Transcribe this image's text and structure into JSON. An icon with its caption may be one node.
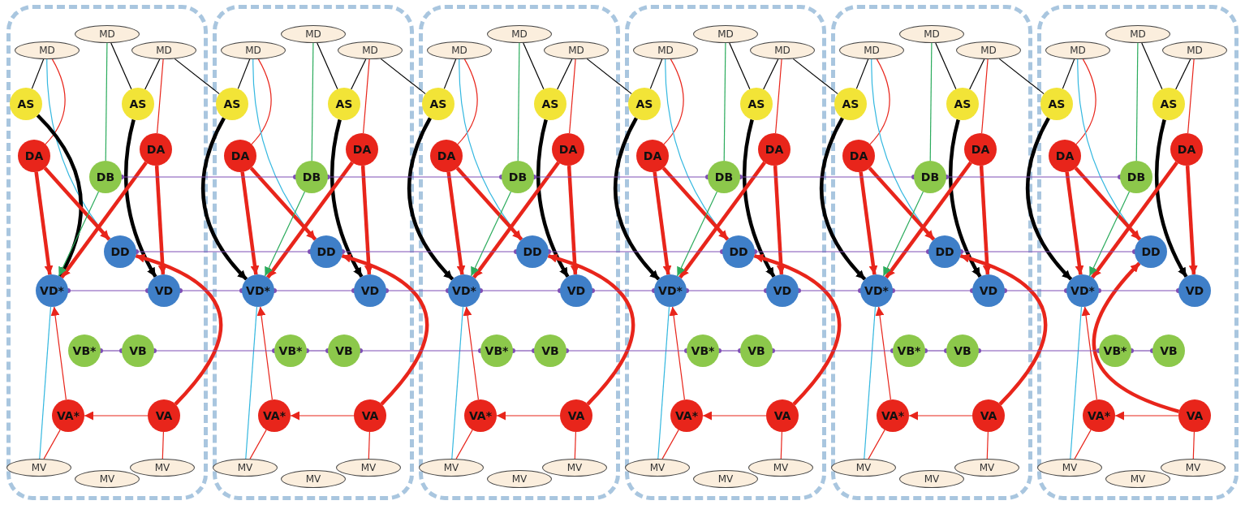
{
  "diagram": {
    "nodes": [
      {
        "text": [],
        "shape": "box"
      },
      {
        "text": [
          "MD"
        ],
        "in": 0
      },
      {
        "text": [
          "MD"
        ],
        "in": 0
      },
      {
        "text": [
          "MD"
        ],
        "in": 0
      },
      {
        "text": [
          "AS"
        ],
        "in": 0
      },
      {
        "text": [
          "AS"
        ],
        "in": 0
      },
      {
        "text": [
          "DA"
        ],
        "in": 0
      },
      {
        "text": [
          "DA"
        ],
        "in": 0
      },
      {
        "text": [
          "DB"
        ],
        "in": 0
      },
      {
        "text": [
          "DD"
        ],
        "in": 0
      },
      {
        "text": [
          "VD*"
        ],
        "in": 0
      },
      {
        "text": [
          "VD"
        ],
        "in": 0
      },
      {
        "text": [
          "VB*"
        ],
        "in": 0
      },
      {
        "text": [
          "VB"
        ],
        "in": 0
      },
      {
        "text": [
          "VA*"
        ],
        "in": 0
      },
      {
        "text": [
          "VA"
        ],
        "in": 0
      },
      {
        "text": [
          "MV"
        ],
        "in": 0
      },
      {
        "text": [
          "MV"
        ],
        "in": 0
      },
      {
        "text": [
          "MV"
        ],
        "in": 0
      },
      {
        "text": [],
        "shape": "box"
      },
      {
        "text": [
          "MD"
        ],
        "in": 19
      },
      {
        "text": [
          "MD"
        ],
        "in": 19
      },
      {
        "text": [
          "MD"
        ],
        "in": 19
      },
      {
        "text": [
          "AS"
        ],
        "in": 19
      },
      {
        "text": [
          "AS"
        ],
        "in": 19
      },
      {
        "text": [
          "DA"
        ],
        "in": 19
      },
      {
        "text": [
          "DA"
        ],
        "in": 19
      },
      {
        "text": [
          "DB"
        ],
        "in": 19
      },
      {
        "text": [
          "DD"
        ],
        "in": 19
      },
      {
        "text": [
          "VD*"
        ],
        "in": 19
      },
      {
        "text": [
          "VD"
        ],
        "in": 19
      },
      {
        "text": [
          "VB*"
        ],
        "in": 19
      },
      {
        "text": [
          "VB"
        ],
        "in": 19
      },
      {
        "text": [
          "VA*"
        ],
        "in": 19
      },
      {
        "text": [
          "VA"
        ],
        "in": 19
      },
      {
        "text": [
          "MV"
        ],
        "in": 19
      },
      {
        "text": [
          "MV"
        ],
        "in": 19
      },
      {
        "text": [
          "MV"
        ],
        "in": 19
      },
      {
        "text": [],
        "shape": "box"
      },
      {
        "text": [
          "MD"
        ],
        "in": 38
      },
      {
        "text": [
          "MD"
        ],
        "in": 38
      },
      {
        "text": [
          "MD"
        ],
        "in": 38
      },
      {
        "text": [
          "AS"
        ],
        "in": 38
      },
      {
        "text": [
          "AS"
        ],
        "in": 38
      },
      {
        "text": [
          "DA"
        ],
        "in": 38
      },
      {
        "text": [
          "DA"
        ],
        "in": 38
      },
      {
        "text": [
          "DB"
        ],
        "in": 38
      },
      {
        "text": [
          "DD"
        ],
        "in": 38
      },
      {
        "text": [
          "VD*"
        ],
        "in": 38
      },
      {
        "text": [
          "VD"
        ],
        "in": 38
      },
      {
        "text": [
          "VB*"
        ],
        "in": 38
      },
      {
        "text": [
          "VB"
        ],
        "in": 38
      },
      {
        "text": [
          "VA*"
        ],
        "in": 38
      },
      {
        "text": [
          "VA"
        ],
        "in": 38
      },
      {
        "text": [
          "MV"
        ],
        "in": 38
      },
      {
        "text": [
          "MV"
        ],
        "in": 38
      },
      {
        "text": [
          "MV"
        ],
        "in": 38
      },
      {
        "text": [],
        "shape": "box"
      },
      {
        "text": [
          "MD"
        ],
        "in": 57
      },
      {
        "text": [
          "MD"
        ],
        "in": 57
      },
      {
        "text": [
          "MD"
        ],
        "in": 57
      },
      {
        "text": [
          "AS"
        ],
        "in": 57
      },
      {
        "text": [
          "AS"
        ],
        "in": 57
      },
      {
        "text": [
          "DA"
        ],
        "in": 57
      },
      {
        "text": [
          "DA"
        ],
        "in": 57
      },
      {
        "text": [
          "DB"
        ],
        "in": 57
      },
      {
        "text": [
          "DD"
        ],
        "in": 57
      },
      {
        "text": [
          "VD*"
        ],
        "in": 57
      },
      {
        "text": [
          "VD"
        ],
        "in": 57
      },
      {
        "text": [
          "VB*"
        ],
        "in": 57
      },
      {
        "text": [
          "VB"
        ],
        "in": 57
      },
      {
        "text": [
          "VA*"
        ],
        "in": 57
      },
      {
        "text": [
          "VA"
        ],
        "in": 57
      },
      {
        "text": [
          "MV"
        ],
        "in": 57
      },
      {
        "text": [
          "MV"
        ],
        "in": 57
      },
      {
        "text": [
          "MV"
        ],
        "in": 57
      },
      {
        "text": [],
        "shape": "box"
      },
      {
        "text": [
          "MD"
        ],
        "in": 76
      },
      {
        "text": [
          "MD"
        ],
        "in": 76
      },
      {
        "text": [
          "MD"
        ],
        "in": 76
      },
      {
        "text": [
          "AS"
        ],
        "in": 76
      },
      {
        "text": [
          "AS"
        ],
        "in": 76
      },
      {
        "text": [
          "DA"
        ],
        "in": 76
      },
      {
        "text": [
          "DA"
        ],
        "in": 76
      },
      {
        "text": [
          "DB"
        ],
        "in": 76
      },
      {
        "text": [
          "DD"
        ],
        "in": 76
      },
      {
        "text": [
          "VD*"
        ],
        "in": 76
      },
      {
        "text": [
          "VD"
        ],
        "in": 76
      },
      {
        "text": [
          "VB*"
        ],
        "in": 76
      },
      {
        "text": [
          "VB"
        ],
        "in": 76
      },
      {
        "text": [
          "VA*"
        ],
        "in": 76
      },
      {
        "text": [
          "VA"
        ],
        "in": 76
      },
      {
        "text": [
          "MV"
        ],
        "in": 76
      },
      {
        "text": [
          "MV"
        ],
        "in": 76
      },
      {
        "text": [
          "MV"
        ],
        "in": 76
      },
      {
        "text": [],
        "shape": "box"
      },
      {
        "text": [
          "MD"
        ],
        "in": 95
      },
      {
        "text": [
          "MD"
        ],
        "in": 95
      },
      {
        "text": [
          "MD"
        ],
        "in": 95
      },
      {
        "text": [
          "AS"
        ],
        "in": 95
      },
      {
        "text": [
          "AS"
        ],
        "in": 95
      },
      {
        "text": [
          "DA"
        ],
        "in": 95
      },
      {
        "text": [
          "DA"
        ],
        "in": 95
      },
      {
        "text": [
          "DB"
        ],
        "in": 95
      },
      {
        "text": [
          "DD"
        ],
        "in": 95
      },
      {
        "text": [
          "VD*"
        ],
        "in": 95
      },
      {
        "text": [
          "VD"
        ],
        "in": 95
      },
      {
        "text": [
          "VB*"
        ],
        "in": 95
      },
      {
        "text": [
          "VB"
        ],
        "in": 95
      },
      {
        "text": [
          "VA*"
        ],
        "in": 95
      },
      {
        "text": [
          "VA"
        ],
        "in": 95
      },
      {
        "text": [
          "MV"
        ],
        "in": 95
      },
      {
        "text": [
          "MV"
        ],
        "in": 95
      },
      {
        "text": [
          "MV"
        ],
        "in": 95
      }
    ],
    "edges": [
      {
        "from": 4,
        "to": 1,
        "arrow": "none",
        "color": "#000000"
      },
      {
        "from": 5,
        "to": 2,
        "arrow": "none",
        "color": "#000000"
      },
      {
        "from": 5,
        "to": 3,
        "arrow": "none",
        "color": "#000000"
      },
      {
        "from": 6,
        "to": 1,
        "arrow": "none"
      },
      {
        "from": 7,
        "to": 3,
        "arrow": "none"
      },
      {
        "from": 8,
        "to": 2,
        "arrow": "none",
        "color": "#2bab5c"
      },
      {
        "from": 9,
        "to": 1,
        "arrow": "none",
        "color": "#35b8e0"
      },
      {
        "from": 4,
        "to": 10,
        "arrow": "to",
        "style": "thick",
        "color": "#000000"
      },
      {
        "from": 5,
        "to": 11,
        "arrow": "to",
        "style": "thick",
        "color": "#000000"
      },
      {
        "from": 6,
        "to": 10,
        "arrow": "to",
        "style": "thick"
      },
      {
        "from": 6,
        "to": 9,
        "arrow": "to",
        "style": "thick"
      },
      {
        "from": 7,
        "to": 10,
        "arrow": "to",
        "style": "thick"
      },
      {
        "from": 7,
        "to": 11,
        "arrow": "to",
        "style": "thick"
      },
      {
        "from": 8,
        "to": 10,
        "arrow": "to",
        "color": "#2bab5c"
      },
      {
        "from": 15,
        "to": 9,
        "arrow": "to",
        "style": "thick"
      },
      {
        "from": 15,
        "to": 14,
        "arrow": "to"
      },
      {
        "from": 14,
        "to": 10,
        "arrow": "to"
      },
      {
        "from": 10,
        "to": 11,
        "arrow": "other",
        "color": "#7f4fb5"
      },
      {
        "from": 12,
        "to": 13,
        "arrow": "other",
        "color": "#7f4fb5"
      },
      {
        "from": 14,
        "to": 16,
        "arrow": "none"
      },
      {
        "from": 15,
        "to": 18,
        "arrow": "none"
      },
      {
        "from": 10,
        "to": 16,
        "arrow": "none",
        "color": "#35b8e0"
      },
      {
        "from": 23,
        "to": 20,
        "arrow": "none",
        "color": "#000000"
      },
      {
        "from": 24,
        "to": 21,
        "arrow": "none",
        "color": "#000000"
      },
      {
        "from": 24,
        "to": 22,
        "arrow": "none",
        "color": "#000000"
      },
      {
        "from": 25,
        "to": 20,
        "arrow": "none"
      },
      {
        "from": 26,
        "to": 22,
        "arrow": "none"
      },
      {
        "from": 27,
        "to": 21,
        "arrow": "none",
        "color": "#2bab5c"
      },
      {
        "from": 28,
        "to": 20,
        "arrow": "none",
        "color": "#35b8e0"
      },
      {
        "from": 23,
        "to": 29,
        "arrow": "to",
        "style": "thick",
        "color": "#000000"
      },
      {
        "from": 24,
        "to": 30,
        "arrow": "to",
        "style": "thick",
        "color": "#000000"
      },
      {
        "from": 25,
        "to": 29,
        "arrow": "to",
        "style": "thick"
      },
      {
        "from": 25,
        "to": 28,
        "arrow": "to",
        "style": "thick"
      },
      {
        "from": 26,
        "to": 29,
        "arrow": "to",
        "style": "thick"
      },
      {
        "from": 26,
        "to": 30,
        "arrow": "to",
        "style": "thick"
      },
      {
        "from": 27,
        "to": 29,
        "arrow": "to",
        "color": "#2bab5c"
      },
      {
        "from": 34,
        "to": 28,
        "arrow": "to",
        "style": "thick"
      },
      {
        "from": 34,
        "to": 33,
        "arrow": "to"
      },
      {
        "from": 33,
        "to": 29,
        "arrow": "to"
      },
      {
        "from": 29,
        "to": 30,
        "arrow": "other",
        "color": "#7f4fb5"
      },
      {
        "from": 31,
        "to": 32,
        "arrow": "other",
        "color": "#7f4fb5"
      },
      {
        "from": 33,
        "to": 35,
        "arrow": "none"
      },
      {
        "from": 34,
        "to": 37,
        "arrow": "none"
      },
      {
        "from": 29,
        "to": 35,
        "arrow": "none",
        "color": "#35b8e0"
      },
      {
        "from": 42,
        "to": 39,
        "arrow": "none",
        "color": "#000000"
      },
      {
        "from": 43,
        "to": 40,
        "arrow": "none",
        "color": "#000000"
      },
      {
        "from": 43,
        "to": 41,
        "arrow": "none",
        "color": "#000000"
      },
      {
        "from": 44,
        "to": 39,
        "arrow": "none"
      },
      {
        "from": 45,
        "to": 41,
        "arrow": "none"
      },
      {
        "from": 46,
        "to": 40,
        "arrow": "none",
        "color": "#2bab5c"
      },
      {
        "from": 47,
        "to": 39,
        "arrow": "none",
        "color": "#35b8e0"
      },
      {
        "from": 42,
        "to": 48,
        "arrow": "to",
        "style": "thick",
        "color": "#000000"
      },
      {
        "from": 43,
        "to": 49,
        "arrow": "to",
        "style": "thick",
        "color": "#000000"
      },
      {
        "from": 44,
        "to": 48,
        "arrow": "to",
        "style": "thick"
      },
      {
        "from": 44,
        "to": 47,
        "arrow": "to",
        "style": "thick"
      },
      {
        "from": 45,
        "to": 48,
        "arrow": "to",
        "style": "thick"
      },
      {
        "from": 45,
        "to": 49,
        "arrow": "to",
        "style": "thick"
      },
      {
        "from": 46,
        "to": 48,
        "arrow": "to",
        "color": "#2bab5c"
      },
      {
        "from": 53,
        "to": 47,
        "arrow": "to",
        "style": "thick"
      },
      {
        "from": 53,
        "to": 52,
        "arrow": "to"
      },
      {
        "from": 52,
        "to": 48,
        "arrow": "to"
      },
      {
        "from": 48,
        "to": 49,
        "arrow": "other",
        "color": "#7f4fb5"
      },
      {
        "from": 50,
        "to": 51,
        "arrow": "other",
        "color": "#7f4fb5"
      },
      {
        "from": 52,
        "to": 54,
        "arrow": "none"
      },
      {
        "from": 53,
        "to": 56,
        "arrow": "none"
      },
      {
        "from": 48,
        "to": 54,
        "arrow": "none",
        "color": "#35b8e0"
      },
      {
        "from": 61,
        "to": 58,
        "arrow": "none",
        "color": "#000000"
      },
      {
        "from": 62,
        "to": 59,
        "arrow": "none",
        "color": "#000000"
      },
      {
        "from": 62,
        "to": 60,
        "arrow": "none",
        "color": "#000000"
      },
      {
        "from": 63,
        "to": 58,
        "arrow": "none"
      },
      {
        "from": 64,
        "to": 60,
        "arrow": "none"
      },
      {
        "from": 65,
        "to": 59,
        "arrow": "none",
        "color": "#2bab5c"
      },
      {
        "from": 66,
        "to": 58,
        "arrow": "none",
        "color": "#35b8e0"
      },
      {
        "from": 61,
        "to": 67,
        "arrow": "to",
        "style": "thick",
        "color": "#000000"
      },
      {
        "from": 62,
        "to": 68,
        "arrow": "to",
        "style": "thick",
        "color": "#000000"
      },
      {
        "from": 63,
        "to": 67,
        "arrow": "to",
        "style": "thick"
      },
      {
        "from": 63,
        "to": 66,
        "arrow": "to",
        "style": "thick"
      },
      {
        "from": 64,
        "to": 67,
        "arrow": "to",
        "style": "thick"
      },
      {
        "from": 64,
        "to": 68,
        "arrow": "to",
        "style": "thick"
      },
      {
        "from": 65,
        "to": 67,
        "arrow": "to",
        "color": "#2bab5c"
      },
      {
        "from": 72,
        "to": 66,
        "arrow": "to",
        "style": "thick"
      },
      {
        "from": 72,
        "to": 71,
        "arrow": "to"
      },
      {
        "from": 71,
        "to": 67,
        "arrow": "to"
      },
      {
        "from": 67,
        "to": 68,
        "arrow": "other",
        "color": "#7f4fb5"
      },
      {
        "from": 69,
        "to": 70,
        "arrow": "other",
        "color": "#7f4fb5"
      },
      {
        "from": 71,
        "to": 73,
        "arrow": "none"
      },
      {
        "from": 72,
        "to": 75,
        "arrow": "none"
      },
      {
        "from": 67,
        "to": 73,
        "arrow": "none",
        "color": "#35b8e0"
      },
      {
        "from": 80,
        "to": 77,
        "arrow": "none",
        "color": "#000000"
      },
      {
        "from": 81,
        "to": 78,
        "arrow": "none",
        "color": "#000000"
      },
      {
        "from": 81,
        "to": 79,
        "arrow": "none",
        "color": "#000000"
      },
      {
        "from": 82,
        "to": 77,
        "arrow": "none"
      },
      {
        "from": 83,
        "to": 79,
        "arrow": "none"
      },
      {
        "from": 84,
        "to": 78,
        "arrow": "none",
        "color": "#2bab5c"
      },
      {
        "from": 85,
        "to": 77,
        "arrow": "none",
        "color": "#35b8e0"
      },
      {
        "from": 80,
        "to": 86,
        "arrow": "to",
        "style": "thick",
        "color": "#000000"
      },
      {
        "from": 81,
        "to": 87,
        "arrow": "to",
        "style": "thick",
        "color": "#000000"
      },
      {
        "from": 82,
        "to": 86,
        "arrow": "to",
        "style": "thick"
      },
      {
        "from": 82,
        "to": 85,
        "arrow": "to",
        "style": "thick"
      },
      {
        "from": 83,
        "to": 86,
        "arrow": "to",
        "style": "thick"
      },
      {
        "from": 83,
        "to": 87,
        "arrow": "to",
        "style": "thick"
      },
      {
        "from": 84,
        "to": 86,
        "arrow": "to",
        "color": "#2bab5c"
      },
      {
        "from": 91,
        "to": 85,
        "arrow": "to",
        "style": "thick"
      },
      {
        "from": 91,
        "to": 90,
        "arrow": "to"
      },
      {
        "from": 90,
        "to": 86,
        "arrow": "to"
      },
      {
        "from": 86,
        "to": 87,
        "arrow": "other",
        "color": "#7f4fb5"
      },
      {
        "from": 88,
        "to": 89,
        "arrow": "other",
        "color": "#7f4fb5"
      },
      {
        "from": 90,
        "to": 92,
        "arrow": "none"
      },
      {
        "from": 91,
        "to": 94,
        "arrow": "none"
      },
      {
        "from": 86,
        "to": 92,
        "arrow": "none",
        "color": "#35b8e0"
      },
      {
        "from": 99,
        "to": 96,
        "arrow": "none",
        "color": "#000000"
      },
      {
        "from": 100,
        "to": 97,
        "arrow": "none",
        "color": "#000000"
      },
      {
        "from": 100,
        "to": 98,
        "arrow": "none",
        "color": "#000000"
      },
      {
        "from": 101,
        "to": 96,
        "arrow": "none"
      },
      {
        "from": 102,
        "to": 98,
        "arrow": "none"
      },
      {
        "from": 103,
        "to": 97,
        "arrow": "none",
        "color": "#2bab5c"
      },
      {
        "from": 104,
        "to": 96,
        "arrow": "none",
        "color": "#35b8e0"
      },
      {
        "from": 99,
        "to": 105,
        "arrow": "to",
        "style": "thick",
        "color": "#000000"
      },
      {
        "from": 100,
        "to": 106,
        "arrow": "to",
        "style": "thick",
        "color": "#000000"
      },
      {
        "from": 101,
        "to": 105,
        "arrow": "to",
        "style": "thick"
      },
      {
        "from": 101,
        "to": 104,
        "arrow": "to",
        "style": "thick"
      },
      {
        "from": 102,
        "to": 105,
        "arrow": "to",
        "style": "thick"
      },
      {
        "from": 102,
        "to": 106,
        "arrow": "to",
        "style": "thick"
      },
      {
        "from": 103,
        "to": 105,
        "arrow": "to",
        "color": "#2bab5c"
      },
      {
        "from": 110,
        "to": 104,
        "arrow": "to",
        "style": "thick"
      },
      {
        "from": 110,
        "to": 109,
        "arrow": "to"
      },
      {
        "from": 109,
        "to": 105,
        "arrow": "to"
      },
      {
        "from": 105,
        "to": 106,
        "arrow": "other",
        "color": "#7f4fb5"
      },
      {
        "from": 107,
        "to": 108,
        "arrow": "other",
        "color": "#7f4fb5"
      },
      {
        "from": 109,
        "to": 111,
        "arrow": "none"
      },
      {
        "from": 110,
        "to": 113,
        "arrow": "none"
      },
      {
        "from": 105,
        "to": 111,
        "arrow": "none",
        "color": "#35b8e0"
      },
      {
        "from": 8,
        "to": 27,
        "arrow": "other",
        "color": "#7f4fb5"
      },
      {
        "from": 9,
        "to": 28,
        "arrow": "other",
        "color": "#7f4fb5"
      },
      {
        "from": 11,
        "to": 29,
        "arrow": "other",
        "color": "#7f4fb5"
      },
      {
        "from": 13,
        "to": 31,
        "arrow": "other",
        "color": "#7f4fb5"
      },
      {
        "from": 3,
        "to": 23,
        "arrow": "none",
        "color": "#000000"
      },
      {
        "from": 27,
        "to": 46,
        "arrow": "other",
        "color": "#7f4fb5"
      },
      {
        "from": 28,
        "to": 47,
        "arrow": "other",
        "color": "#7f4fb5"
      },
      {
        "from": 30,
        "to": 48,
        "arrow": "other",
        "color": "#7f4fb5"
      },
      {
        "from": 32,
        "to": 50,
        "arrow": "other",
        "color": "#7f4fb5"
      },
      {
        "from": 22,
        "to": 42,
        "arrow": "none",
        "color": "#000000"
      },
      {
        "from": 46,
        "to": 65,
        "arrow": "other",
        "color": "#7f4fb5"
      },
      {
        "from": 47,
        "to": 66,
        "arrow": "other",
        "color": "#7f4fb5"
      },
      {
        "from": 49,
        "to": 67,
        "arrow": "other",
        "color": "#7f4fb5"
      },
      {
        "from": 51,
        "to": 69,
        "arrow": "other",
        "color": "#7f4fb5"
      },
      {
        "from": 41,
        "to": 61,
        "arrow": "none",
        "color": "#000000"
      },
      {
        "from": 65,
        "to": 84,
        "arrow": "other",
        "color": "#7f4fb5"
      },
      {
        "from": 66,
        "to": 85,
        "arrow": "other",
        "color": "#7f4fb5"
      },
      {
        "from": 68,
        "to": 86,
        "arrow": "other",
        "color": "#7f4fb5"
      },
      {
        "from": 70,
        "to": 88,
        "arrow": "other",
        "color": "#7f4fb5"
      },
      {
        "from": 60,
        "to": 80,
        "arrow": "none",
        "color": "#000000"
      },
      {
        "from": 84,
        "to": 103,
        "arrow": "other",
        "color": "#7f4fb5"
      },
      {
        "from": 85,
        "to": 104,
        "arrow": "other",
        "color": "#7f4fb5"
      },
      {
        "from": 87,
        "to": 105,
        "arrow": "other",
        "color": "#7f4fb5"
      },
      {
        "from": 89,
        "to": 107,
        "arrow": "other",
        "color": "#7f4fb5"
      },
      {
        "from": 79,
        "to": 99,
        "arrow": "none",
        "color": "#000000"
      }
    ]
  }
}
